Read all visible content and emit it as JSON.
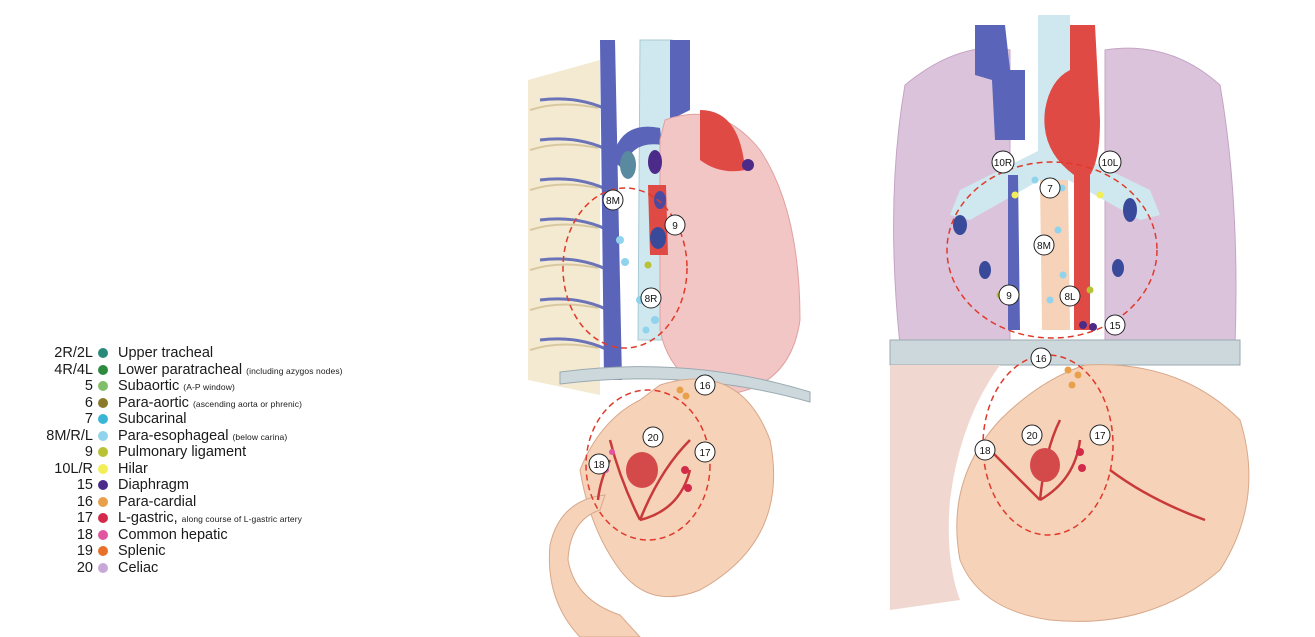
{
  "legend": {
    "rows": [
      {
        "code": "2R/2L",
        "label": "Upper tracheal",
        "note": "",
        "color": "#2a8a7a"
      },
      {
        "code": "4R/4L",
        "label": "Lower paratracheal",
        "note": "(including azygos nodes)",
        "color": "#2e8b3e"
      },
      {
        "code": "5",
        "label": "Subaortic",
        "note": "(A-P window)",
        "color": "#7fbf6a"
      },
      {
        "code": "6",
        "label": "Para-aortic",
        "note": "(ascending aorta or phrenic)",
        "color": "#8a7a2a"
      },
      {
        "code": "7",
        "label": "Subcarinal",
        "note": "",
        "color": "#3ab5d5"
      },
      {
        "code": "8M/R/L",
        "label": "Para-esophageal",
        "note": "(below carina)",
        "color": "#8fd3ec"
      },
      {
        "code": "9",
        "label": "Pulmonary ligament",
        "note": "",
        "color": "#b8c232"
      },
      {
        "code": "10L/R",
        "label": "Hilar",
        "note": "",
        "color": "#f2ee58"
      },
      {
        "code": "15",
        "label": "Diaphragm",
        "note": "",
        "color": "#4b2a8a"
      },
      {
        "code": "16",
        "label": "Para-cardial",
        "note": "",
        "color": "#e8a04a"
      },
      {
        "code": "17",
        "label": "L-gastric,",
        "note": "along course of L-gastric artery",
        "color": "#d42a4a"
      },
      {
        "code": "18",
        "label": "Common hepatic",
        "note": "",
        "color": "#e056a0"
      },
      {
        "code": "19",
        "label": "Splenic",
        "note": "",
        "color": "#e8702a"
      },
      {
        "code": "20",
        "label": "Celiac",
        "note": "",
        "color": "#c8a8d8"
      }
    ]
  },
  "left_view": {
    "node_labels": [
      "8M",
      "9",
      "8R",
      "16",
      "20",
      "17",
      "18"
    ]
  },
  "right_view": {
    "node_labels": [
      "10R",
      "10L",
      "7",
      "8M",
      "9",
      "8L",
      "15",
      "16",
      "20",
      "17",
      "18"
    ]
  },
  "colors": {
    "vein": "#5a64b8",
    "aorta": "#e04a44",
    "trachea": "#bfe3ef",
    "lung": "#dcc3dc",
    "stomach": "#f6d2b8",
    "heart": "#f3c6c6",
    "diaphragm": "#cdd8dc",
    "dashed": "#e03a2a"
  }
}
